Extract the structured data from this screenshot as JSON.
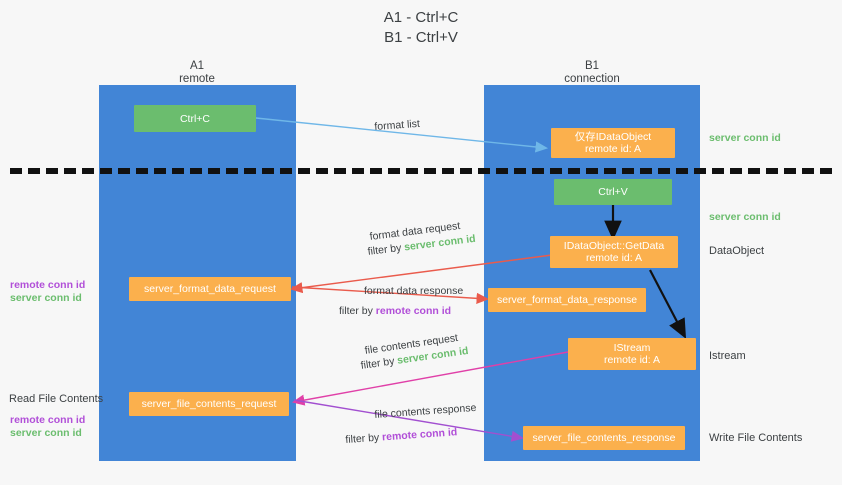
{
  "title": "A1 - Ctrl+C\nB1 - Ctrl+V",
  "lanes": [
    {
      "name": "a1",
      "title": "A1\nremote"
    },
    {
      "name": "b1",
      "title": "B1\nconnection"
    }
  ],
  "nodes": {
    "ctrl_c": "Ctrl+C",
    "ctrl_v": "Ctrl+V",
    "idataobject_formats": "仅存IDataObject\nremote id: A",
    "idataobject_getdata": "IDataObject::GetData\nremote id: A",
    "istream": "IStream\nremote id: A",
    "server_format_data_request": "server_format_data_request",
    "server_format_data_response": "server_format_data_response",
    "server_file_contents_request": "server_file_contents_request",
    "server_file_contents_response": "server_file_contents_response"
  },
  "edge_labels": {
    "format_list": "format list",
    "format_data_request": "format data request",
    "format_data_request_filter_prefix": "filter by ",
    "format_data_request_filter_value": "server conn id",
    "format_data_response": "format data response",
    "format_data_response_filter_prefix": "filter by ",
    "format_data_response_filter_value": "remote conn id",
    "file_contents_request": "file contents request",
    "file_contents_request_filter_prefix": "filter by ",
    "file_contents_request_filter_value": "server conn id",
    "file_contents_response": "file contents response",
    "file_contents_response_filter_prefix": "filter by ",
    "file_contents_response_filter_value": "remote conn id"
  },
  "annotations": {
    "server_conn_id_top": "server conn id",
    "server_conn_id_mid": "server conn id",
    "dataobject": "DataObject",
    "istream_label": "Istream",
    "write_file_contents": "Write File Contents",
    "read_file_contents": "Read File Contents",
    "left_remote_conn_id_1": "remote conn id",
    "left_server_conn_id_1": "server conn id",
    "left_remote_conn_id_2": "remote conn id",
    "left_server_conn_id_2": "server conn id"
  },
  "colors": {
    "lane": "#4285d6",
    "green": "#6bbd6e",
    "orange": "#fbb04d",
    "purple": "#b14fd8",
    "blue_arrow": "#6fb7e8",
    "red_arrow": "#ea5b4c",
    "magenta_arrow": "#e040a8",
    "violet_arrow": "#a24fd0",
    "dark": "#111111"
  }
}
